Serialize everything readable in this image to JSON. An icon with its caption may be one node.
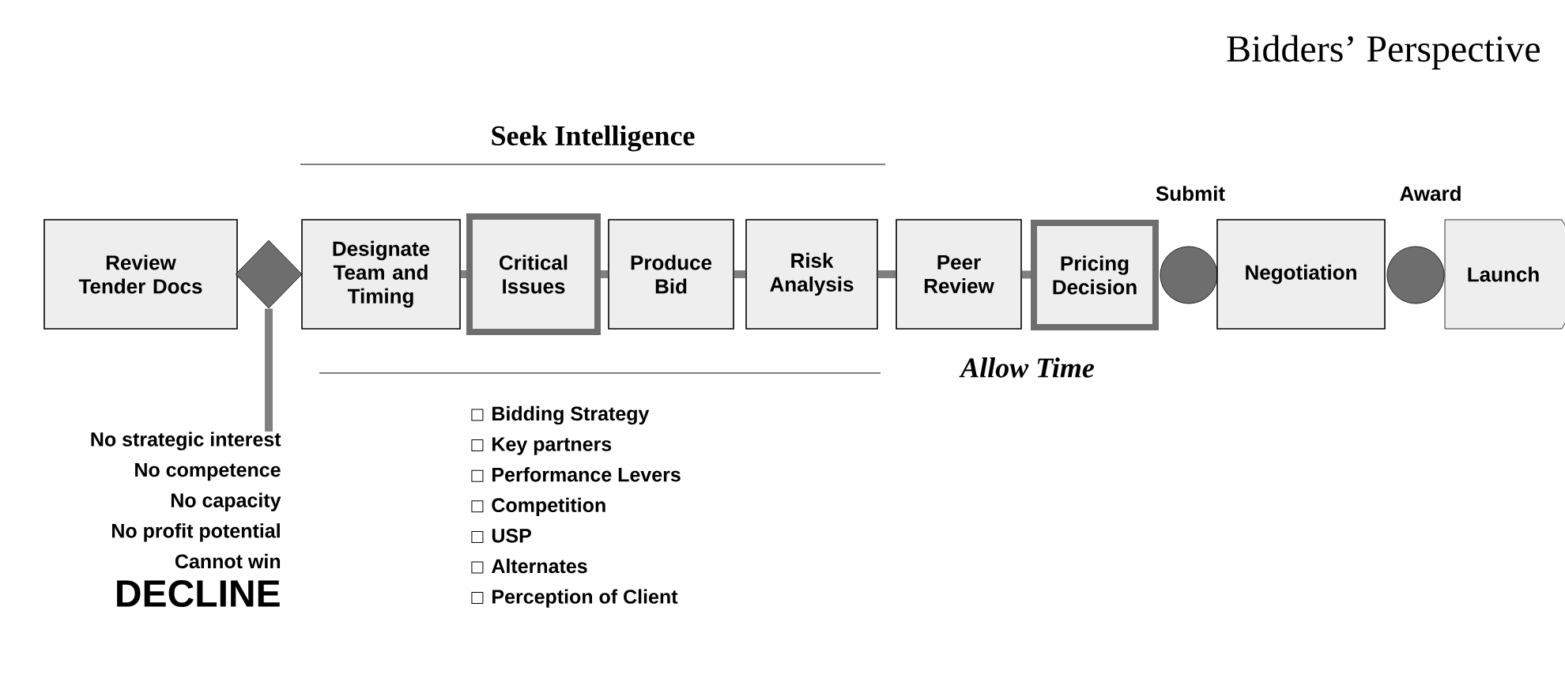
{
  "diagram": {
    "title": "Bidders’ Perspective",
    "nodes": [
      {
        "text": [
          "Review Tender Docs"
        ]
      },
      {
        "text": [],
        "shape": "diamond"
      },
      {
        "text": [
          "Designate Team and Timing"
        ]
      },
      {
        "text": [
          "Critical Issues"
        ]
      },
      {
        "text": [
          "Produce Bid"
        ]
      },
      {
        "text": [
          "Risk Analysis"
        ]
      },
      {
        "text": [
          "Peer Review"
        ]
      },
      {
        "text": [
          "Pricing Decision"
        ]
      },
      {
        "text": [],
        "shape": "circle"
      },
      {
        "text": [
          "Negotiation"
        ]
      },
      {
        "text": [],
        "shape": "circle"
      },
      {
        "text": [
          "Launch"
        ]
      },
      {
        "text": [
          "No strategic interest",
          "No competence",
          "No capacity",
          "No profit potential",
          "Cannot win",
          "DECLINE"
        ]
      }
    ],
    "edges": [
      {
        "from": 1,
        "to": 12,
        "arrow": "none"
      },
      {
        "from": 2,
        "to": 3,
        "arrow": "none"
      },
      {
        "from": 3,
        "to": 4,
        "arrow": "none"
      },
      {
        "from": 4,
        "to": 5,
        "arrow": "none"
      },
      {
        "from": 5,
        "to": 6,
        "arrow": "none"
      },
      {
        "from": 6,
        "to": 7,
        "arrow": "none"
      }
    ],
    "labels": [
      "Seek Intelligence",
      "Submit",
      "Award",
      "Allow Time",
      "Bidding Strategy",
      "Key partners",
      "Performance Levers",
      "Competition",
      "USP",
      "Alternates",
      "Perception  of Client"
    ]
  }
}
